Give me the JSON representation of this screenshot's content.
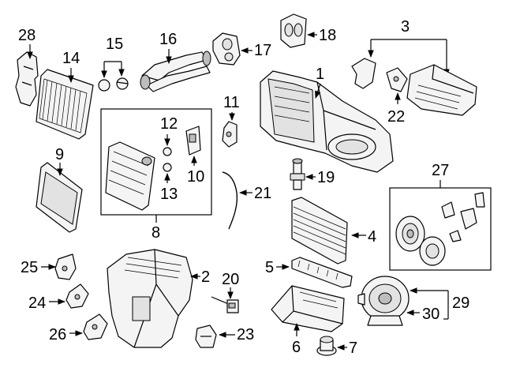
{
  "callouts": {
    "c1": "1",
    "c2": "2",
    "c3": "3",
    "c4": "4",
    "c5": "5",
    "c6": "6",
    "c7": "7",
    "c8": "8",
    "c9": "9",
    "c10": "10",
    "c11": "11",
    "c12": "12",
    "c13": "13",
    "c14": "14",
    "c15": "15",
    "c16": "16",
    "c17": "17",
    "c18": "18",
    "c19": "19",
    "c20": "20",
    "c21": "21",
    "c22": "22",
    "c23": "23",
    "c24": "24",
    "c25": "25",
    "c26": "26",
    "c27": "27",
    "c28": "28",
    "c29": "29",
    "c30": "30"
  }
}
